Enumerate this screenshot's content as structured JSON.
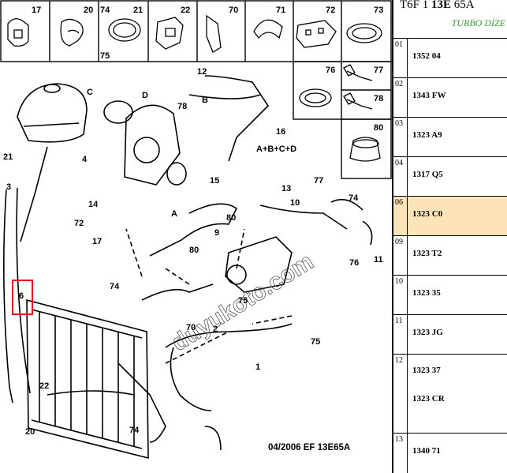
{
  "diagram": {
    "callouts": [
      "17",
      "20",
      "74",
      "21",
      "75",
      "22",
      "70",
      "71",
      "72",
      "73",
      "76",
      "77",
      "78",
      "80",
      "C",
      "D",
      "B",
      "12",
      "78",
      "16",
      "A+B+C+D",
      "3",
      "21",
      "4",
      "15",
      "13",
      "A",
      "77",
      "74",
      "10",
      "14",
      "72",
      "9",
      "80",
      "11",
      "76",
      "17",
      "80",
      "74",
      "6",
      "75",
      "2",
      "70",
      "75",
      "1",
      "22",
      "74",
      "20"
    ],
    "footer": "04/2006  EF 13E65A",
    "watermark": "duyukoto.com"
  },
  "panel": {
    "header_pre": "T6F 1 ",
    "header_bold": "13E",
    "header_post": " 65A",
    "subtitle": "TURBO DİZE",
    "rows": [
      {
        "index": "01",
        "values": [
          "1352 04"
        ]
      },
      {
        "index": "02",
        "values": [
          "1343 FW"
        ]
      },
      {
        "index": "03",
        "values": [
          "1323 A9"
        ]
      },
      {
        "index": "04",
        "values": [
          "1317 Q5"
        ]
      },
      {
        "index": "06",
        "values": [
          "1323 C0"
        ],
        "highlight": true
      },
      {
        "index": "09",
        "values": [
          "1323 T2"
        ]
      },
      {
        "index": "10",
        "values": [
          "1323 35"
        ]
      },
      {
        "index": "11",
        "values": [
          "1323 JG"
        ]
      },
      {
        "index": "12",
        "values": [
          "1323 37",
          "1323 CR"
        ]
      },
      {
        "index": "13",
        "values": [
          "1340 71"
        ]
      }
    ]
  }
}
